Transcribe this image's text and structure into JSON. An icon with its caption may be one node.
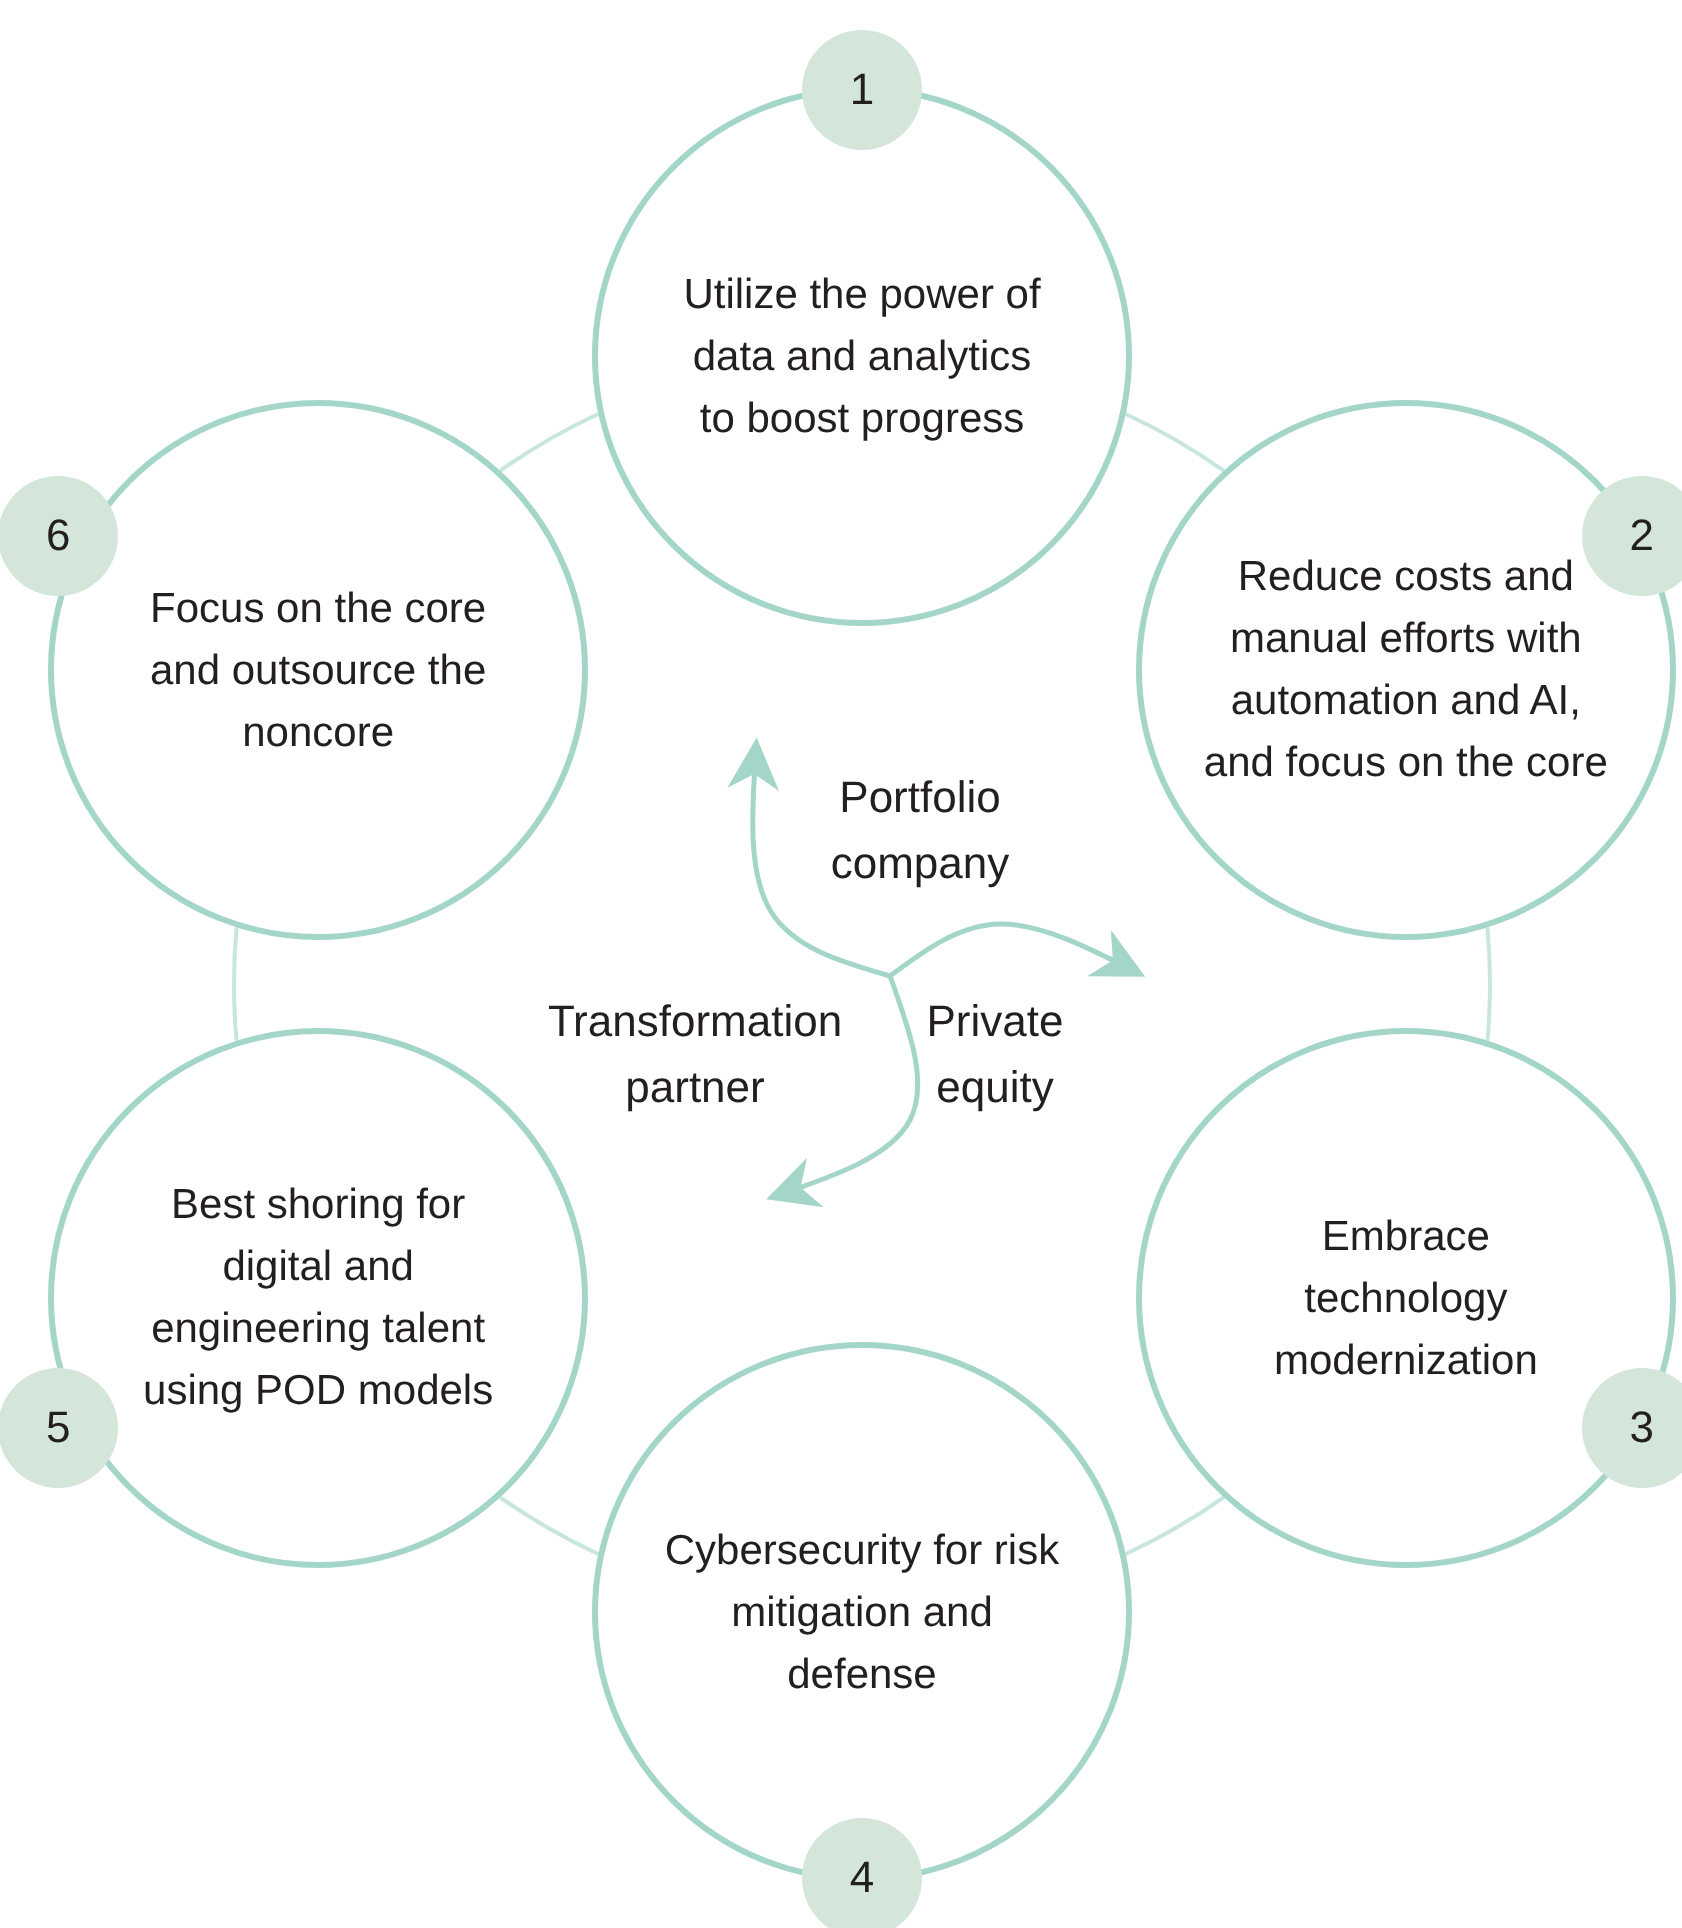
{
  "diagram": {
    "nodes": [
      {
        "text": [
          "1",
          "Utilize the power of data and analytics to boost progress"
        ]
      },
      {
        "text": [
          "Reduce costs and manual efforts with automation and AI, and focus on the core",
          "2"
        ]
      },
      {
        "text": [
          "Embrace technology modernization",
          "3"
        ]
      },
      {
        "text": [
          "Cybersecurity for risk mitigation and defense",
          "4"
        ]
      },
      {
        "text": [
          "5",
          "Best shoring for digital and engineering talent using POD models"
        ]
      },
      {
        "text": [
          "6",
          "Focus on the core and outsource the noncore"
        ]
      }
    ],
    "edges": [
      {
        "from": 0,
        "to": 1,
        "arrow": "none"
      },
      {
        "from": 1,
        "to": 2,
        "arrow": "none"
      },
      {
        "from": 2,
        "to": 3,
        "arrow": "none"
      },
      {
        "from": 3,
        "to": 4,
        "arrow": "none"
      },
      {
        "from": 4,
        "to": 5,
        "arrow": "none"
      },
      {
        "from": 5,
        "to": 0,
        "arrow": "none"
      }
    ],
    "labels": [
      "Portfolio company",
      "Transformation partner",
      "Private equity"
    ]
  }
}
